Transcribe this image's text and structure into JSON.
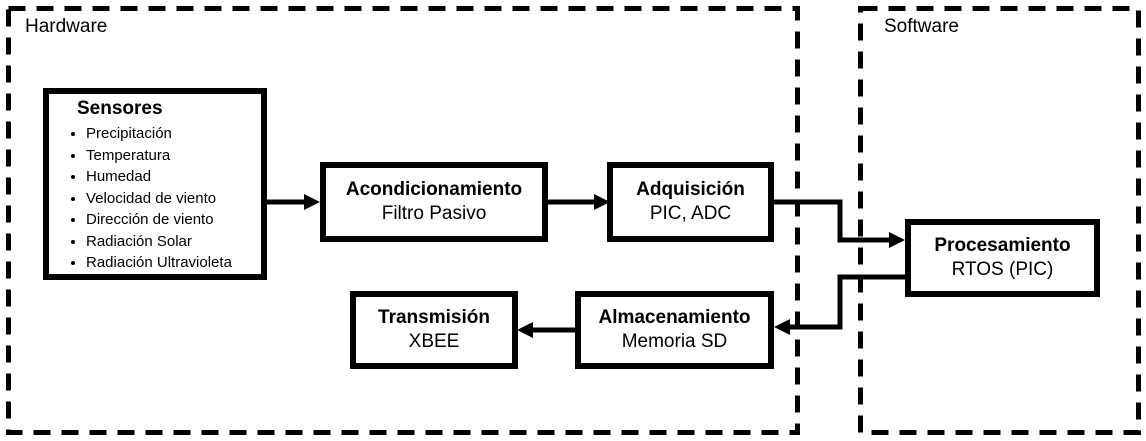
{
  "diagram": {
    "colors": {
      "line": "#000000",
      "background": "#ffffff"
    },
    "hardware": {
      "label": "Hardware",
      "sensores": {
        "title": "Sensores",
        "items": [
          "Precipitación",
          "Temperatura",
          "Humedad",
          "Velocidad de viento",
          "Dirección de viento",
          "Radiación Solar",
          "Radiación Ultravioleta"
        ]
      },
      "acondicionamiento": {
        "title": "Acondicionamiento",
        "subtitle": "Filtro Pasivo"
      },
      "adquisicion": {
        "title": "Adquisición",
        "subtitle": "PIC, ADC"
      },
      "almacenamiento": {
        "title": "Almacenamiento",
        "subtitle": "Memoria SD"
      },
      "transmision": {
        "title": "Transmisión",
        "subtitle": "XBEE"
      }
    },
    "software": {
      "label": "Software",
      "procesamiento": {
        "title": "Procesamiento",
        "subtitle": "RTOS (PIC)"
      }
    }
  }
}
